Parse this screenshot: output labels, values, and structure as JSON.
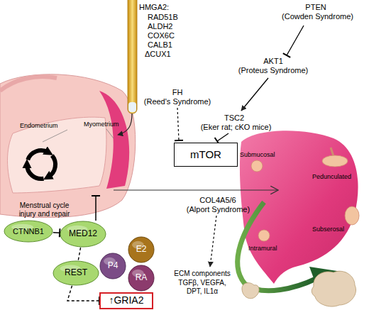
{
  "diagram": {
    "nodes": [
      {
        "text": [
          "mTOR"
        ]
      },
      {
        "text": [
          "CTNNB1"
        ]
      },
      {
        "text": [
          "MED12"
        ]
      },
      {
        "text": [
          "REST"
        ]
      },
      {
        "text": [
          "↑GRIA2"
        ]
      },
      {
        "text": [
          "P4"
        ]
      },
      {
        "text": [
          "E2"
        ]
      },
      {
        "text": [
          "RA"
        ]
      }
    ],
    "edges": [
      {
        "from": 1,
        "to": 2,
        "arrow": "to"
      },
      {
        "from": 2,
        "to": 3,
        "arrow": "none"
      },
      {
        "from": 3,
        "to": 4,
        "arrow": "to"
      }
    ],
    "labels": [
      "HMGA2:",
      "RAD51B",
      "ALDH2",
      "COX6C",
      "CALB1",
      "ΔCUX1",
      "PTEN",
      "(Cowden Syndrome)",
      "AKT1",
      "(Proteus Syndrome)",
      "FH",
      "(Reed's Syndrome)",
      "TSC2",
      "(Eker rat; cKO mice)",
      "Endometrium",
      "Myometrium",
      "Menstrual cycle injury and repair",
      "Submucosal",
      "Pedunculated",
      "Subserosal",
      "Intramural",
      "COL4A5/6",
      "(Alport Syndrome)",
      "ECM components",
      "TGFβ, VEGFA, DPT, IL1α"
    ]
  }
}
